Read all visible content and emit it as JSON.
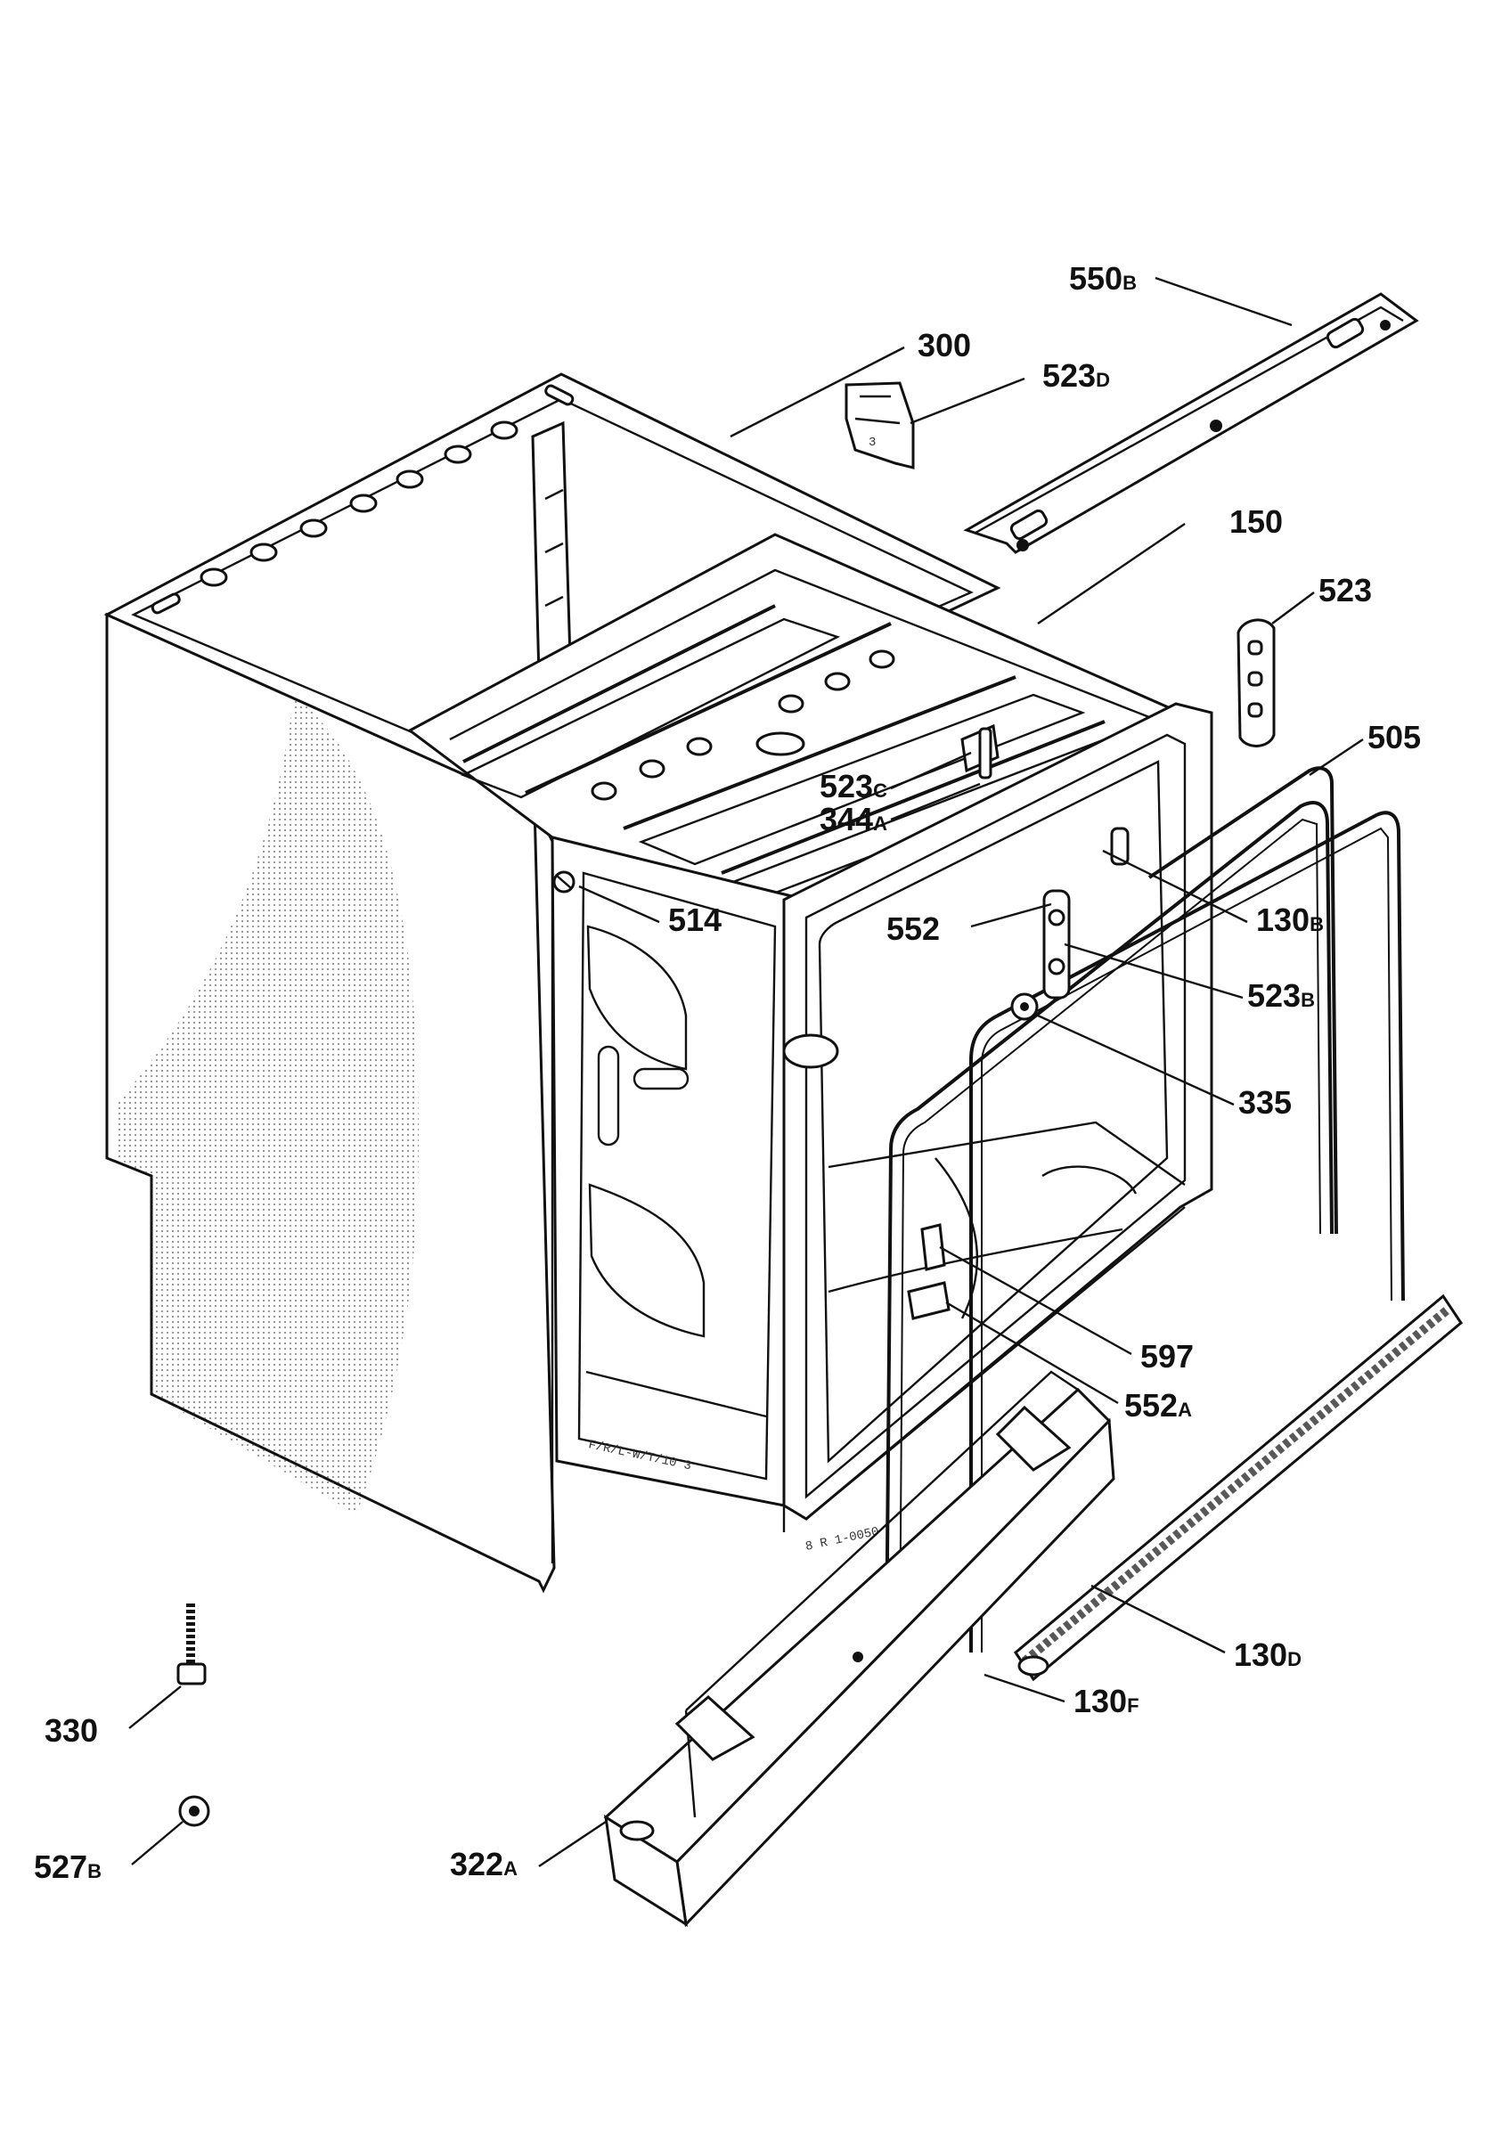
{
  "callouts": [
    {
      "id": "550b",
      "num": "550",
      "suffix": "B"
    },
    {
      "id": "300",
      "num": "300",
      "suffix": ""
    },
    {
      "id": "523d",
      "num": "523",
      "suffix": "D"
    },
    {
      "id": "150",
      "num": "150",
      "suffix": ""
    },
    {
      "id": "523",
      "num": "523",
      "suffix": ""
    },
    {
      "id": "505",
      "num": "505",
      "suffix": ""
    },
    {
      "id": "523c",
      "num": "523",
      "suffix": "C"
    },
    {
      "id": "344a",
      "num": "344",
      "suffix": "A"
    },
    {
      "id": "514",
      "num": "514",
      "suffix": ""
    },
    {
      "id": "552",
      "num": "552",
      "suffix": ""
    },
    {
      "id": "130b",
      "num": "130",
      "suffix": "B"
    },
    {
      "id": "523b",
      "num": "523",
      "suffix": "B"
    },
    {
      "id": "335",
      "num": "335",
      "suffix": ""
    },
    {
      "id": "597",
      "num": "597",
      "suffix": ""
    },
    {
      "id": "552a",
      "num": "552",
      "suffix": "A"
    },
    {
      "id": "130d",
      "num": "130",
      "suffix": "D"
    },
    {
      "id": "130f",
      "num": "130",
      "suffix": "F"
    },
    {
      "id": "330",
      "num": "330",
      "suffix": ""
    },
    {
      "id": "527b",
      "num": "527",
      "suffix": "B"
    },
    {
      "id": "322a",
      "num": "322",
      "suffix": "A"
    }
  ],
  "stamps": {
    "side_panel": "F/R/L-W/T/10 3",
    "tub_base": "8 R 1-0050"
  }
}
